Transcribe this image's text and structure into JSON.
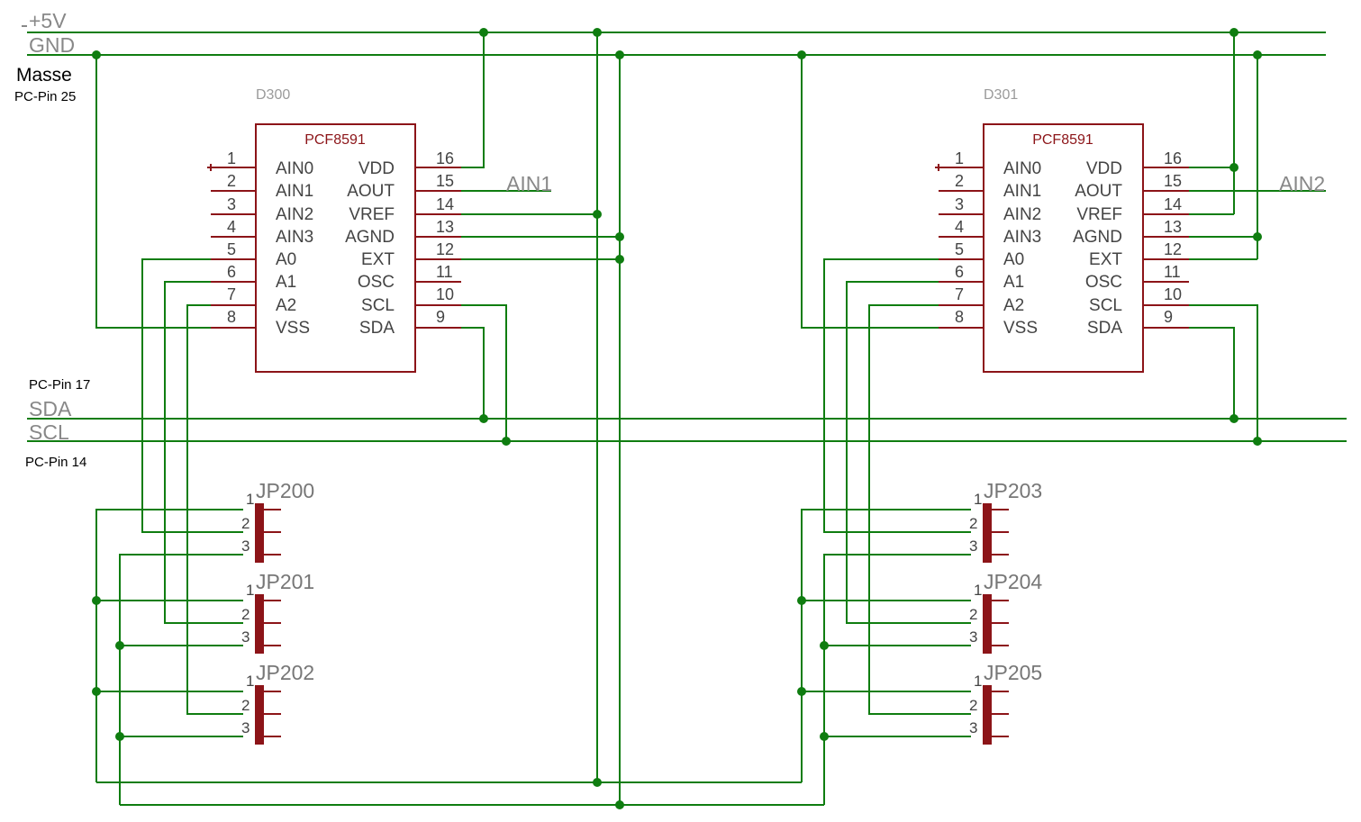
{
  "rails": {
    "vcc": "+5V",
    "gnd": "GND",
    "sda": "SDA",
    "scl": "SCL"
  },
  "notes": {
    "masse": "Masse",
    "pin25": "PC-Pin 25",
    "pin17": "PC-Pin 17",
    "pin14": "PC-Pin 14"
  },
  "colors": {
    "wire": "#0f7d10",
    "symbol": "#8c1418",
    "label": "#888888"
  },
  "chips": [
    {
      "ref": "D300",
      "part": "PCF8591",
      "aout_net": "AIN1",
      "left_pins": [
        {
          "num": "1",
          "name": "AIN0"
        },
        {
          "num": "2",
          "name": "AIN1"
        },
        {
          "num": "3",
          "name": "AIN2"
        },
        {
          "num": "4",
          "name": "AIN3"
        },
        {
          "num": "5",
          "name": "A0"
        },
        {
          "num": "6",
          "name": "A1"
        },
        {
          "num": "7",
          "name": "A2"
        },
        {
          "num": "8",
          "name": "VSS"
        }
      ],
      "right_pins": [
        {
          "num": "16",
          "name": "VDD"
        },
        {
          "num": "15",
          "name": "AOUT"
        },
        {
          "num": "14",
          "name": "VREF"
        },
        {
          "num": "13",
          "name": "AGND"
        },
        {
          "num": "12",
          "name": "EXT"
        },
        {
          "num": "11",
          "name": "OSC"
        },
        {
          "num": "10",
          "name": "SCL"
        },
        {
          "num": "9",
          "name": "SDA"
        }
      ]
    },
    {
      "ref": "D301",
      "part": "PCF8591",
      "aout_net": "AIN2",
      "left_pins": [
        {
          "num": "1",
          "name": "AIN0"
        },
        {
          "num": "2",
          "name": "AIN1"
        },
        {
          "num": "3",
          "name": "AIN2"
        },
        {
          "num": "4",
          "name": "AIN3"
        },
        {
          "num": "5",
          "name": "A0"
        },
        {
          "num": "6",
          "name": "A1"
        },
        {
          "num": "7",
          "name": "A2"
        },
        {
          "num": "8",
          "name": "VSS"
        }
      ],
      "right_pins": [
        {
          "num": "16",
          "name": "VDD"
        },
        {
          "num": "15",
          "name": "AOUT"
        },
        {
          "num": "14",
          "name": "VREF"
        },
        {
          "num": "13",
          "name": "AGND"
        },
        {
          "num": "12",
          "name": "EXT"
        },
        {
          "num": "11",
          "name": "OSC"
        },
        {
          "num": "10",
          "name": "SCL"
        },
        {
          "num": "9",
          "name": "SDA"
        }
      ]
    }
  ],
  "jumpers": [
    {
      "ref": "JP200",
      "pins": [
        "1",
        "2",
        "3"
      ]
    },
    {
      "ref": "JP201",
      "pins": [
        "1",
        "2",
        "3"
      ]
    },
    {
      "ref": "JP202",
      "pins": [
        "1",
        "2",
        "3"
      ]
    },
    {
      "ref": "JP203",
      "pins": [
        "1",
        "2",
        "3"
      ]
    },
    {
      "ref": "JP204",
      "pins": [
        "1",
        "2",
        "3"
      ]
    },
    {
      "ref": "JP205",
      "pins": [
        "1",
        "2",
        "3"
      ]
    }
  ]
}
